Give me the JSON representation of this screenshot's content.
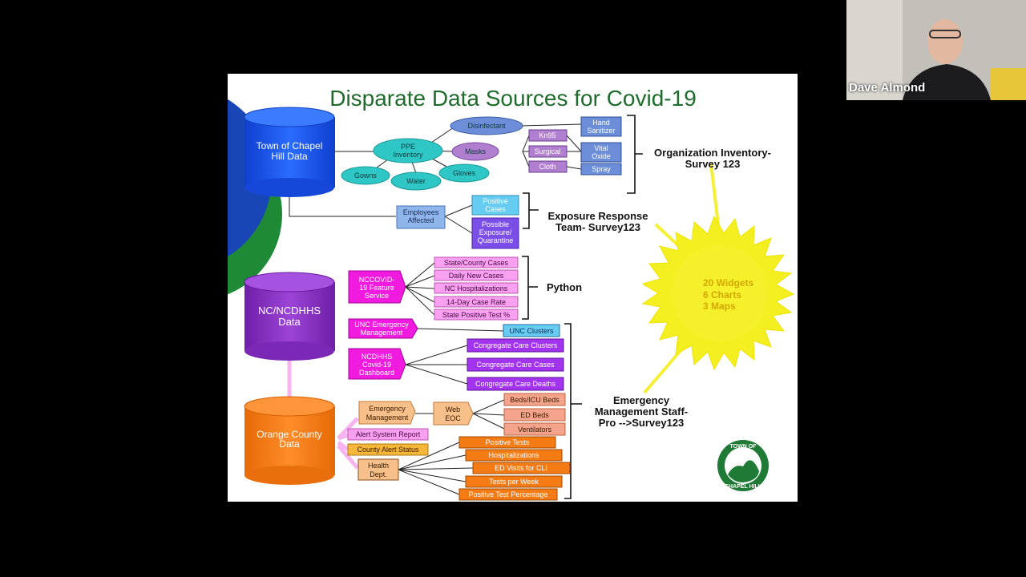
{
  "meeting": {
    "participant_name": "Dave Almond"
  },
  "slide": {
    "title": "Disparate Data Sources for Covid-19",
    "sources": {
      "town": [
        "Town of Chapel",
        "Hill Data"
      ],
      "ncdhhs": [
        "NC/NCDHHS",
        "Data"
      ],
      "orange": [
        "Orange County",
        "Data"
      ]
    },
    "ppe": {
      "inventory": [
        "PPE",
        "Inventory"
      ],
      "gowns": "Gowns",
      "water": "Water",
      "gloves": "Gloves",
      "disinfectant": "Disinfectant",
      "masks": "Masks",
      "mask_types": [
        "Kn95",
        "Surgical",
        "Cloth"
      ],
      "disinfectant_types": [
        [
          "Hand",
          "Sanitizer"
        ],
        [
          "Vital",
          "Oxide"
        ],
        [
          "Spray"
        ]
      ]
    },
    "employees": {
      "affected": [
        "Employees",
        "Affected"
      ],
      "positive": [
        "Positive",
        "Cases"
      ],
      "possible": [
        "Possible",
        "Exposure/",
        "Quarantine"
      ]
    },
    "nccovid": {
      "service": [
        "NCCOVID-",
        "19 Feature",
        "Service"
      ],
      "items": [
        "State/County Cases",
        "Daily New Cases",
        "NC Hospitalizations",
        "14-Day Case Rate",
        "State Positive Test %"
      ]
    },
    "unc": {
      "emergency": [
        "UNC Emergency",
        "Management"
      ],
      "clusters": "UNC Clusters"
    },
    "ncdhhs_dashboard": {
      "label": [
        "NCDHHS",
        "Covid-19",
        "Dashboard"
      ],
      "items": [
        "Congregate Care Clusters",
        "Congregate Care Cases",
        "Congregate Care Deaths"
      ]
    },
    "orange_county": {
      "emergency": [
        "Emergency",
        "Management"
      ],
      "web_eoc": [
        "Web",
        "EOC"
      ],
      "eoc_items": [
        "Beds/ICU Beds",
        "ED Beds",
        "Ventilators"
      ],
      "alert_report": "Alert System Report",
      "alert_status": "County Alert Status",
      "health": [
        "Health",
        "Dept."
      ],
      "health_items": [
        "Positive Tests",
        "Hospitalizations",
        "ED Visits for CLI",
        "Tests per Week",
        "Positive Test Percentage"
      ]
    },
    "outputs": {
      "inventory": [
        "Organization Inventory-",
        "Survey 123"
      ],
      "exposure": [
        "Exposure Response",
        "Team- Survey123"
      ],
      "python": "Python",
      "emergency": [
        "Emergency",
        "Management Staff-",
        "Pro -->Survey123"
      ]
    },
    "sun": [
      "20 Widgets",
      "6 Charts",
      "3 Maps"
    ],
    "logo": {
      "top": "TOWN OF",
      "bottom": "CHAPEL HILL"
    }
  },
  "colors": {
    "town_blue": "#1d5cf0",
    "ncdhhs_purple": "#8a2fc3",
    "orange": "#f57b15",
    "teal": "#2ec7c5",
    "magenta": "#f01bde",
    "pink": "#f9a0f0",
    "violet": "#a234f0",
    "title_green": "#1f6b2c",
    "sun": "#f4ef20"
  }
}
